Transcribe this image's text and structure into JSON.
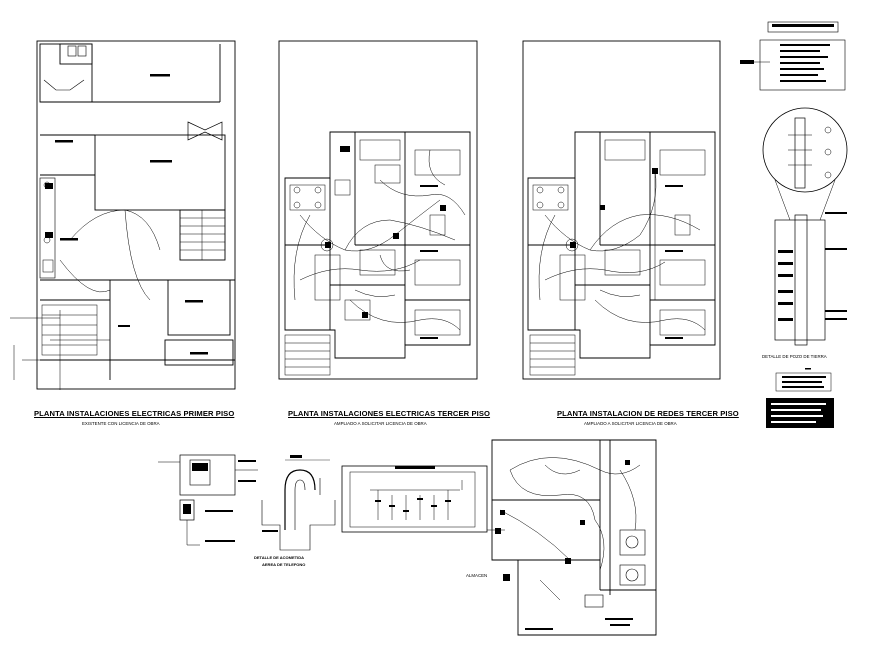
{
  "titles": {
    "plan1": "PLANTA INSTALACIONES ELECTRICAS PRIMER PISO",
    "plan2": "PLANTA INSTALACIONES ELECTRICAS TERCER PISO",
    "plan3": "PLANTA INSTALACION DE REDES TERCER PISO"
  },
  "subtitles": {
    "plan1": "EXISTENTE CON LICENCIA DE OBRA",
    "plan2": "AMPLIADO A SOLICITAR LICENCIA DE OBRA",
    "plan3": "AMPLIADO A SOLICITAR LICENCIA DE OBRA"
  },
  "details": {
    "pozo_tierra": "DETALLE DE POZO DE TIERRA",
    "acometida_line1": "DETALLE DE ACOMETIDA",
    "acometida_line2": "AEREA DE TELEFONO",
    "almacen": "ALMACEN"
  },
  "colors": {
    "ink": "#000000",
    "paper": "#ffffff",
    "fill": "#1a1a1a"
  }
}
